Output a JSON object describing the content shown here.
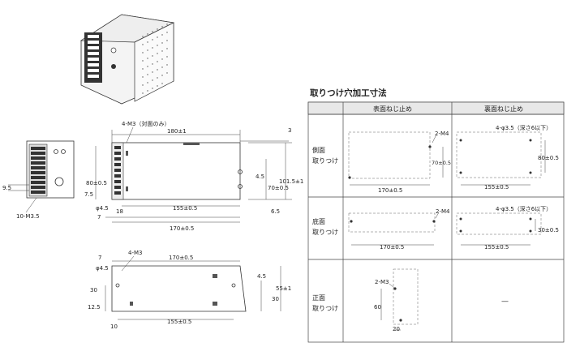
{
  "table_title": "取りつけ穴加工寸法",
  "table": {
    "col_front": "表面ねじ止め",
    "col_back": "裏面ねじ止め",
    "rows": [
      {
        "label1": "側面",
        "label2": "取りつけ"
      },
      {
        "label1": "底面",
        "label2": "取りつけ"
      },
      {
        "label1": "正面",
        "label2": "取りつけ"
      }
    ],
    "r1_front": {
      "screw": "2-M4",
      "h": "70±0.5",
      "w": "170±0.5"
    },
    "r1_back": {
      "screw": "4-φ3.5（深さ6以下）",
      "h": "80±0.5",
      "w": "155±0.5"
    },
    "r2_front": {
      "screw": "2-M4",
      "w": "170±0.5"
    },
    "r2_back": {
      "screw": "4-φ3.5（深さ6以下）",
      "h": "30±0.5",
      "w": "155±0.5"
    },
    "r3_front": {
      "screw": "2-M3",
      "h": "60",
      "w": "20"
    },
    "r3_back": {
      "dash": "—"
    }
  },
  "side_view": {
    "screw": "10-M3.5",
    "pitch": "9.5"
  },
  "main_view": {
    "note": "4-M3（対面のみ）",
    "d_180": "180±1",
    "d_3": "3",
    "d_80": "80±0.5",
    "d_4_5": "4.5",
    "d_70": "70±0.5",
    "d_101_5": "101.5±1",
    "d_7_5": "7.5",
    "d_phi": "φ4.5",
    "d_18": "18",
    "d_155": "155±0.5",
    "d_6_5": "6.5",
    "d_7": "7",
    "d_170": "170±0.5"
  },
  "bottom_view": {
    "d_7": "7",
    "screw": "4-M3",
    "d_170": "170±0.5",
    "d_phi": "φ4.5",
    "d_4_5": "4.5",
    "d_30a": "30",
    "d_55": "55±1",
    "d_30b": "30",
    "d_12_5": "12.5",
    "d_10": "10",
    "d_155": "155±0.5"
  }
}
